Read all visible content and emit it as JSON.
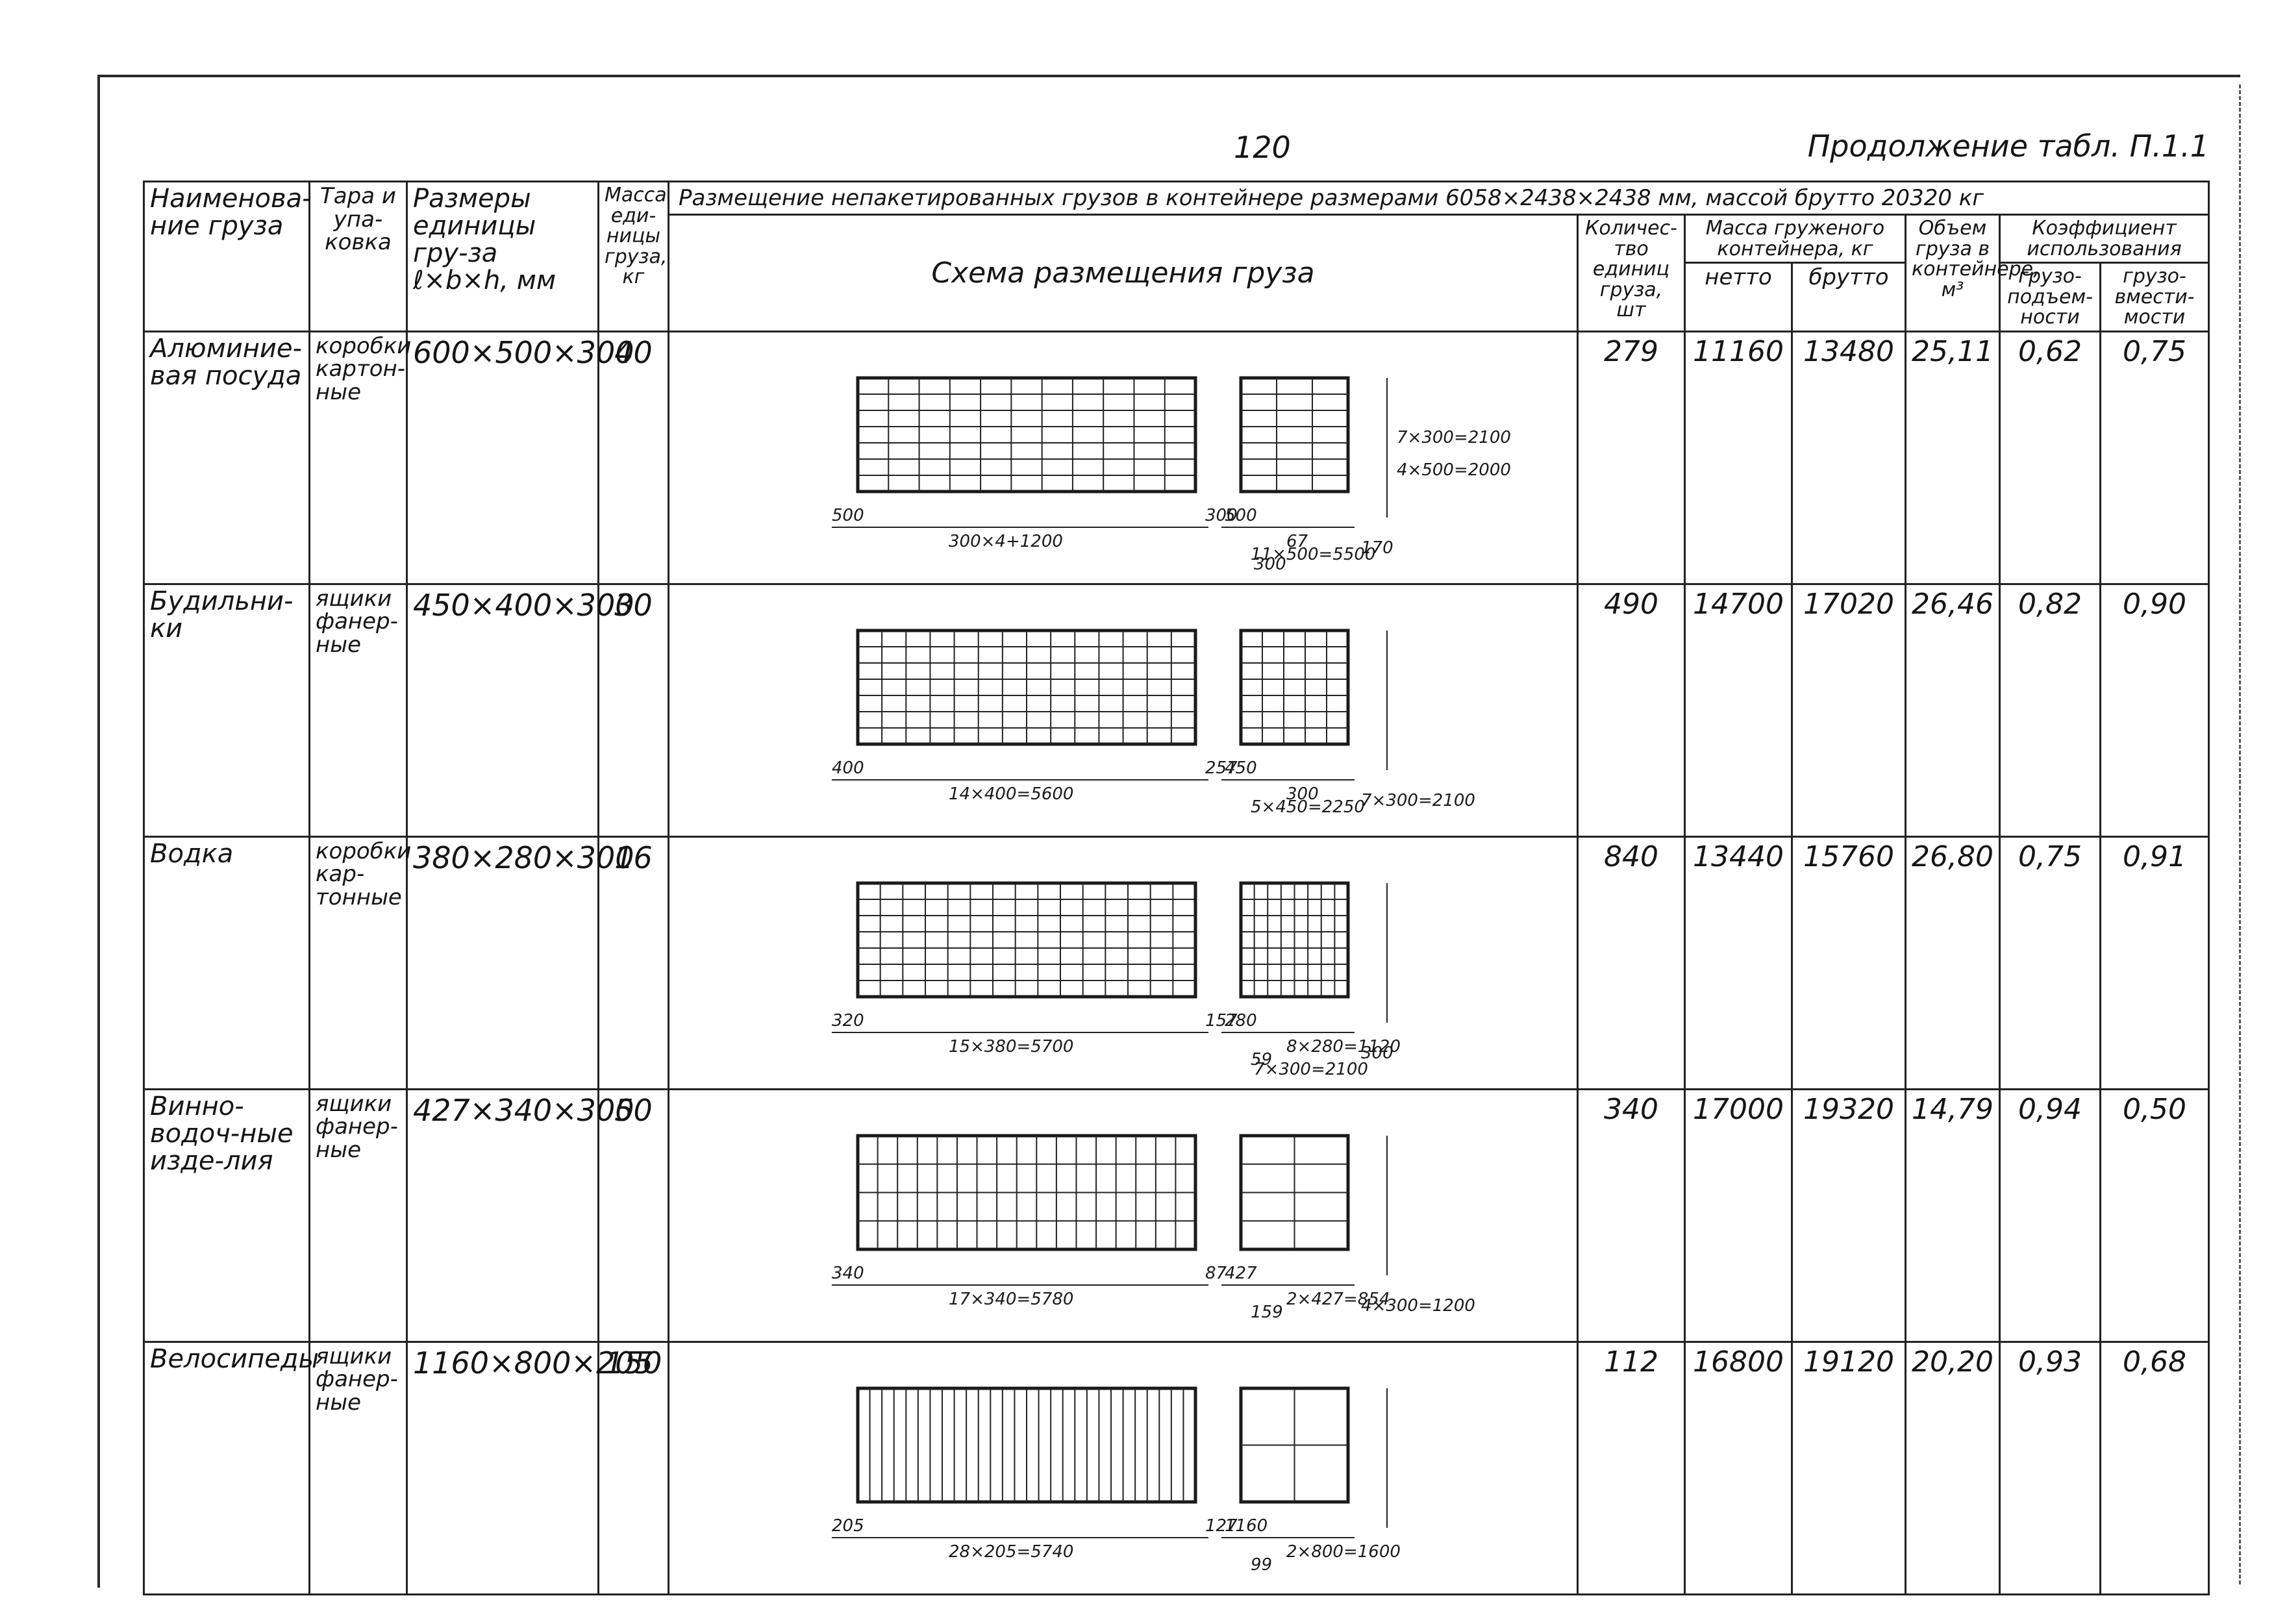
{
  "page": {
    "number": "120",
    "continuation": "Продолжение табл. П.1.1"
  },
  "header": {
    "name": "Наименова-ние груза",
    "pack": "Тара и упа-ковка",
    "dims": "Размеры единицы гру-за ℓ×b×h, мм",
    "mass": "Масса еди-ницы груза, кг",
    "title": "Размещение непакетированных грузов в контейнере размерами 6058×2438×2438 мм, массой брутто 20320 кг",
    "scheme": "Схема размещения груза",
    "count": "Количес-тво единиц груза, шт",
    "loaded_mass": "Масса груженого контейнера, кг",
    "netto": "нетто",
    "brutto": "брутто",
    "volume": "Объем груза в контейнере, м³",
    "coef": "Коэффициент использования",
    "coef_cap": "грузо-подъем-ности",
    "coef_vol": "грузо-вмести-мости"
  },
  "rows": [
    {
      "name": "Алюминие-вая посуда",
      "pack": "коробки картон-ные",
      "dims": "600×500×300",
      "mass": "40",
      "count": "279",
      "netto": "11160",
      "brutto": "13480",
      "volume": "25,11",
      "k_cap": "0,62",
      "k_vol": "0,75",
      "scheme": {
        "cols": 11,
        "rows": 7,
        "side_cols": 3,
        "side_rows": 7,
        "labels": [
          "500",
          "300×4+1200",
          "300",
          "500",
          "11×500=5500",
          "67",
          "170",
          "300",
          "7×300=2100",
          "4×500=2000"
        ]
      }
    },
    {
      "name": "Будильни-ки",
      "pack": "ящики фанер-ные",
      "dims": "450×400×300",
      "mass": "30",
      "count": "490",
      "netto": "14700",
      "brutto": "17020",
      "volume": "26,46",
      "k_cap": "0,82",
      "k_vol": "0,90",
      "scheme": {
        "cols": 14,
        "rows": 7,
        "side_cols": 5,
        "side_rows": 7,
        "labels": [
          "400",
          "14×400=5600",
          "257",
          "450",
          "5×450=2250",
          "300",
          "7×300=2100"
        ]
      }
    },
    {
      "name": "Водка",
      "pack": "коробки кар-тонные",
      "dims": "380×280×300",
      "mass": "16",
      "count": "840",
      "netto": "13440",
      "brutto": "15760",
      "volume": "26,80",
      "k_cap": "0,75",
      "k_vol": "0,91",
      "scheme": {
        "cols": 15,
        "rows": 7,
        "side_cols": 8,
        "side_rows": 7,
        "labels": [
          "320",
          "15×380=5700",
          "157",
          "280",
          "59",
          "8×280=1120",
          "300",
          "7×300=2100"
        ]
      }
    },
    {
      "name": "Винно-водоч-ные изде-лия",
      "pack": "ящики фанер-ные",
      "dims": "427×340×300",
      "mass": "50",
      "count": "340",
      "netto": "17000",
      "brutto": "19320",
      "volume": "14,79",
      "k_cap": "0,94",
      "k_vol": "0,50",
      "scheme": {
        "cols": 17,
        "rows": 4,
        "side_cols": 2,
        "side_rows": 4,
        "labels": [
          "340",
          "17×340=5780",
          "87",
          "427",
          "159",
          "2×427=854",
          "4×300=1200"
        ]
      }
    },
    {
      "name": "Велосипеды",
      "pack": "ящики фанер-ные",
      "dims": "1160×800×205",
      "mass": "150",
      "count": "112",
      "netto": "16800",
      "brutto": "19120",
      "volume": "20,20",
      "k_cap": "0,93",
      "k_vol": "0,68",
      "scheme": {
        "cols": 28,
        "rows": 1,
        "side_cols": 2,
        "side_rows": 2,
        "labels": [
          "205",
          "28×205=5740",
          "127",
          "1160",
          "99",
          "2×800=1600"
        ]
      }
    }
  ]
}
